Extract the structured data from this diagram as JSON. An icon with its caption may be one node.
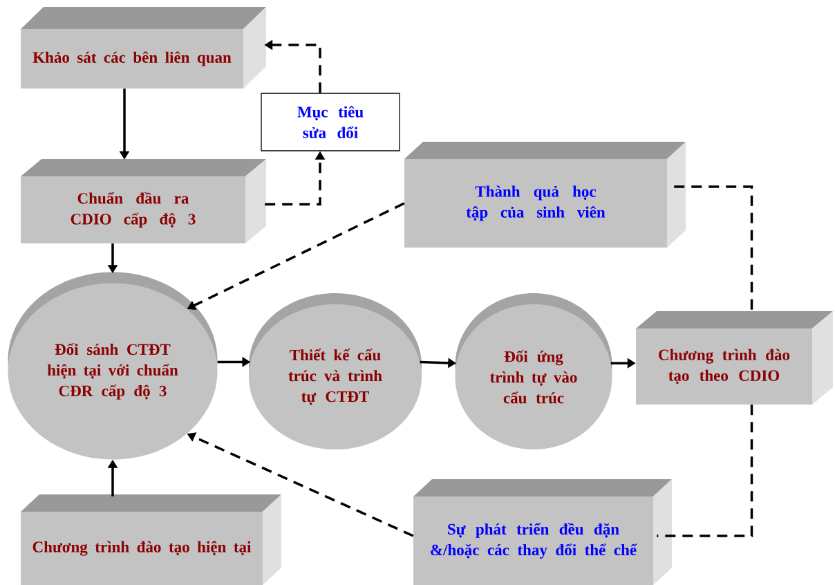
{
  "diagram": {
    "nodes": [
      {
        "text": [
          "Khảo sát các bên liên quan"
        ]
      },
      {
        "text": [
          "Mục tiêu sửa đổi"
        ]
      },
      {
        "text": [
          "Chuẩn đầu ra CDIO cấp độ 3"
        ]
      },
      {
        "text": [
          "Thành quả học tập của sinh viên"
        ]
      },
      {
        "text": [
          "Đối sánh CTĐT hiện tại với chuẩn CĐR cấp độ 3"
        ]
      },
      {
        "text": [
          "Thiết kế cấu trúc và trình tự CTĐT"
        ]
      },
      {
        "text": [
          "Đối ứng trình tự vào cấu trúc"
        ]
      },
      {
        "text": [
          "Chương trình đào tạo theo CDIO"
        ]
      },
      {
        "text": [
          "Chương trình đào tạo hiện tại"
        ]
      },
      {
        "text": [
          "Sự phát triển đều đặn &/hoặc các thay đổi thể chế"
        ]
      }
    ],
    "edges": [
      {
        "from": 0,
        "to": 2,
        "arrow": "to"
      },
      {
        "from": 2,
        "to": 1,
        "arrow": "to",
        "style": "dashed"
      },
      {
        "from": 1,
        "to": 0,
        "arrow": "to",
        "style": "dashed"
      },
      {
        "from": 3,
        "to": 4,
        "arrow": "to",
        "style": "dashed"
      },
      {
        "from": 2,
        "to": 4,
        "arrow": "to"
      },
      {
        "from": 8,
        "to": 4,
        "arrow": "to"
      },
      {
        "from": 4,
        "to": 5,
        "arrow": "to"
      },
      {
        "from": 5,
        "to": 6,
        "arrow": "to"
      },
      {
        "from": 6,
        "to": 7,
        "arrow": "to"
      },
      {
        "from": 3,
        "to": 7,
        "arrow": "none",
        "style": "dashed"
      },
      {
        "from": 7,
        "to": 9,
        "arrow": "none",
        "style": "dashed"
      },
      {
        "from": 9,
        "to": 4,
        "arrow": "to",
        "style": "dashed"
      }
    ]
  }
}
